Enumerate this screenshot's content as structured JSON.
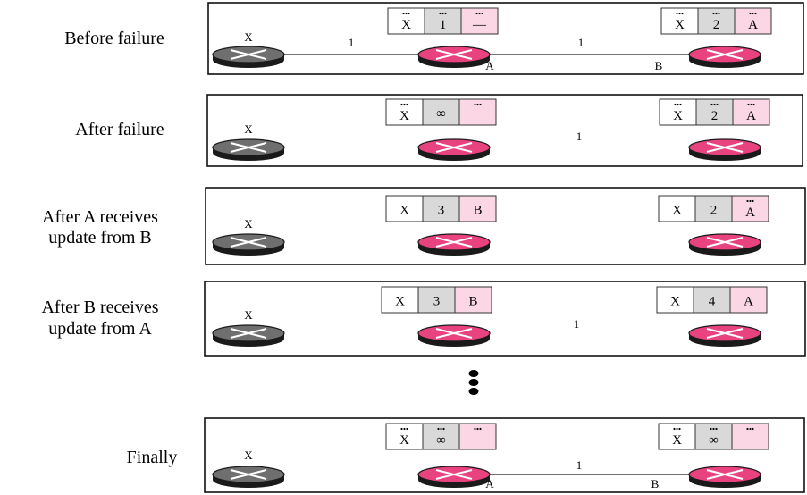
{
  "colors": {
    "router_pink": "#e8437f",
    "router_gray": "#6f6f6f",
    "cell_dest": "#ffffff",
    "cell_cost": "#d9d9d9",
    "cell_next": "#fbd7e6"
  },
  "icons": {
    "router": "router-icon",
    "ellipsis": "vertical-ellipsis-icon",
    "dots": "table-dots-icon"
  },
  "stages": [
    {
      "label_lines": [
        "Before failure"
      ],
      "router_x": "X",
      "name_a": "A",
      "name_b": "B",
      "cost_xa": "1",
      "cost_ab": "1",
      "table_a": [
        "X",
        "1",
        "—"
      ],
      "table_b": [
        "X",
        "2",
        "A"
      ]
    },
    {
      "label_lines": [
        "After failure"
      ],
      "router_x": "X",
      "name_a": "",
      "name_b": "",
      "cost_xa": "",
      "cost_ab": "1",
      "table_a": [
        "X",
        "∞",
        ""
      ],
      "table_b": [
        "X",
        "2",
        "A"
      ]
    },
    {
      "label_lines": [
        "After A receives",
        "update from B"
      ],
      "router_x": "X",
      "name_a": "",
      "name_b": "",
      "cost_xa": "",
      "cost_ab": "",
      "table_a": [
        "X",
        "3",
        "B"
      ],
      "table_b": [
        "X",
        "2",
        "A"
      ]
    },
    {
      "label_lines": [
        "After B receives",
        "update from A"
      ],
      "router_x": "X",
      "name_a": "",
      "name_b": "",
      "cost_xa": "",
      "cost_ab": "1",
      "table_a": [
        "X",
        "3",
        "B"
      ],
      "table_b": [
        "X",
        "4",
        "A"
      ]
    },
    {
      "label_lines": [
        "Finally"
      ],
      "router_x": "X",
      "name_a": "A",
      "name_b": "B",
      "cost_xa": "",
      "cost_ab": "1",
      "table_a": [
        "X",
        "∞",
        ""
      ],
      "table_b": [
        "X",
        "∞",
        ""
      ]
    }
  ]
}
